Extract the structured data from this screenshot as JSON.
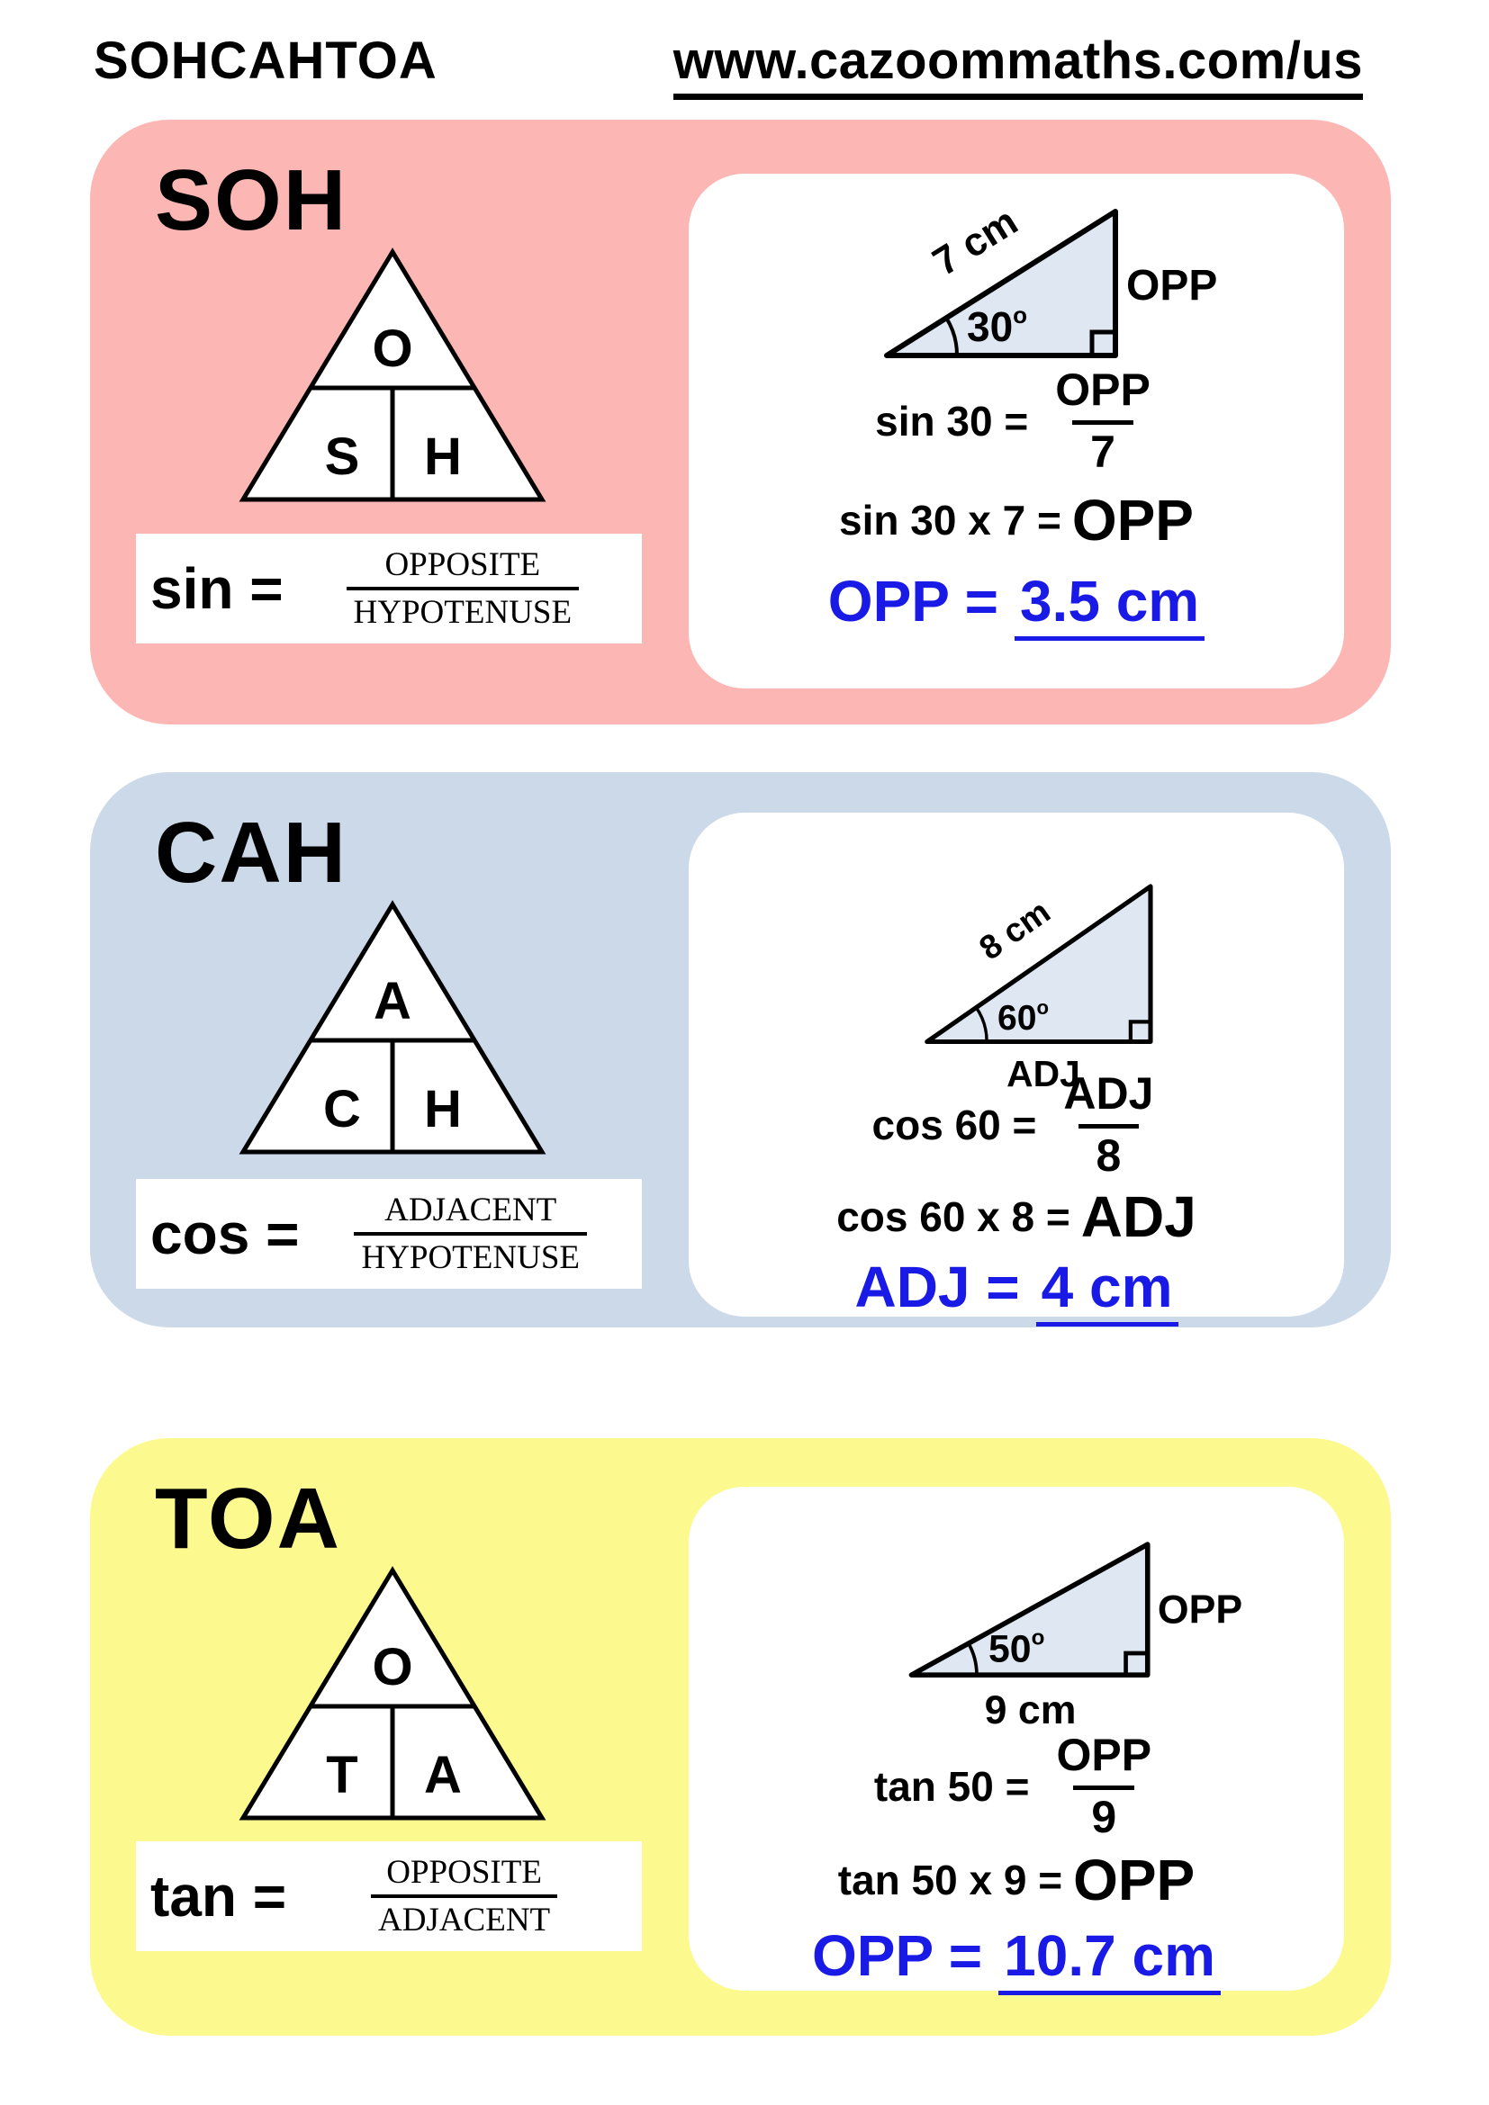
{
  "header": {
    "title": "SOHCAHTOA",
    "link": "www.cazoommaths.com/us"
  },
  "degree": "o",
  "colors": {
    "soh_bg": "#FCB6B3",
    "cah_bg": "#CBD9E9",
    "toa_bg": "#FCFA8E",
    "accent_blue": "#1A1AE6",
    "triangle_fill": "#DFE7F2",
    "ink": "#000000"
  },
  "sections": [
    {
      "label": "SOH",
      "mnemonic": {
        "top": "O",
        "bottom_left": "S",
        "bottom_right": "H"
      },
      "formula": {
        "lhs": "sin =",
        "num": "OPPOSITE",
        "den": "HYPOTENUSE"
      },
      "example": {
        "triangle": {
          "hypotenuse_label": "7 cm",
          "angle": "30",
          "right_label": "OPP"
        },
        "eq1": {
          "lhs": "sin 30 =",
          "num": "OPP",
          "den": "7"
        },
        "eq2": {
          "lhs": "sin 30 x 7 =",
          "rhs": "OPP"
        },
        "result": {
          "lhs": "OPP =",
          "value": "3.5 cm"
        }
      }
    },
    {
      "label": "CAH",
      "mnemonic": {
        "top": "A",
        "bottom_left": "C",
        "bottom_right": "H"
      },
      "formula": {
        "lhs": "cos =",
        "num": "ADJACENT",
        "den": "HYPOTENUSE"
      },
      "example": {
        "triangle": {
          "hypotenuse_label": "8 cm",
          "angle": "60",
          "bottom_label": "ADJ"
        },
        "eq1": {
          "lhs": "cos 60 =",
          "num": "ADJ",
          "den": "8"
        },
        "eq2": {
          "lhs": "cos 60 x 8 =",
          "rhs": "ADJ"
        },
        "result": {
          "lhs": "ADJ =",
          "value": "4 cm"
        }
      }
    },
    {
      "label": "TOA",
      "mnemonic": {
        "top": "O",
        "bottom_left": "T",
        "bottom_right": "A"
      },
      "formula": {
        "lhs": "tan =",
        "num": "OPPOSITE",
        "den": "ADJACENT"
      },
      "example": {
        "triangle": {
          "angle": "50",
          "bottom_label": "9 cm",
          "right_label": "OPP"
        },
        "eq1": {
          "lhs": "tan 50 =",
          "num": "OPP",
          "den": "9"
        },
        "eq2": {
          "lhs": "tan 50 x 9 =",
          "rhs": "OPP"
        },
        "result": {
          "lhs": "OPP =",
          "value": "10.7 cm"
        }
      }
    }
  ]
}
